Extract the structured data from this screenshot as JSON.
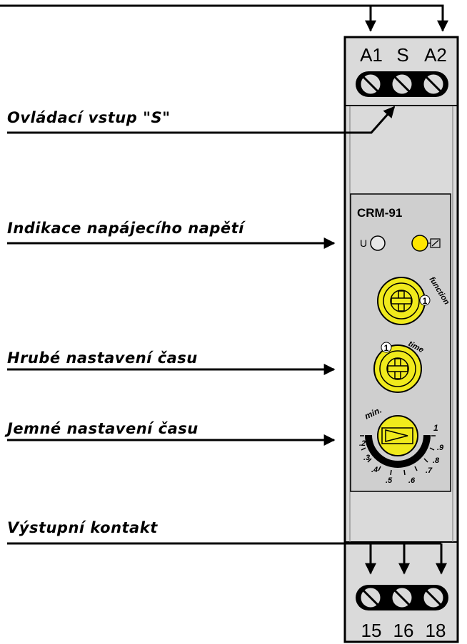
{
  "labels": {
    "control_input": "Ovládací vstup \"S\"",
    "supply_indication": "Indikace napájecího napětí",
    "coarse_time": "Hrubé nastavení času",
    "fine_time": "Jemné nastavení času",
    "output_contact": "Výstupní kontakt"
  },
  "device": {
    "model": "CRM-91",
    "top_terminals": [
      "A1",
      "S",
      "A2"
    ],
    "bottom_terminals": [
      "15",
      "16",
      "18"
    ],
    "led_u_label": "U",
    "knob_function_label": "function",
    "knob_function_value": "1",
    "knob_time_label": "time",
    "knob_time_value": "1",
    "dial_unit_label": "min.",
    "dial_scale": [
      ".2",
      ".3",
      ".4",
      ".5",
      ".6",
      ".7",
      ".8",
      ".9",
      "1"
    ]
  },
  "colors": {
    "knob_yellow": "#f0ea1c",
    "led_yellow": "#ffe600",
    "panel_gray": "#cfcfcf",
    "body_gray": "#dadada"
  }
}
